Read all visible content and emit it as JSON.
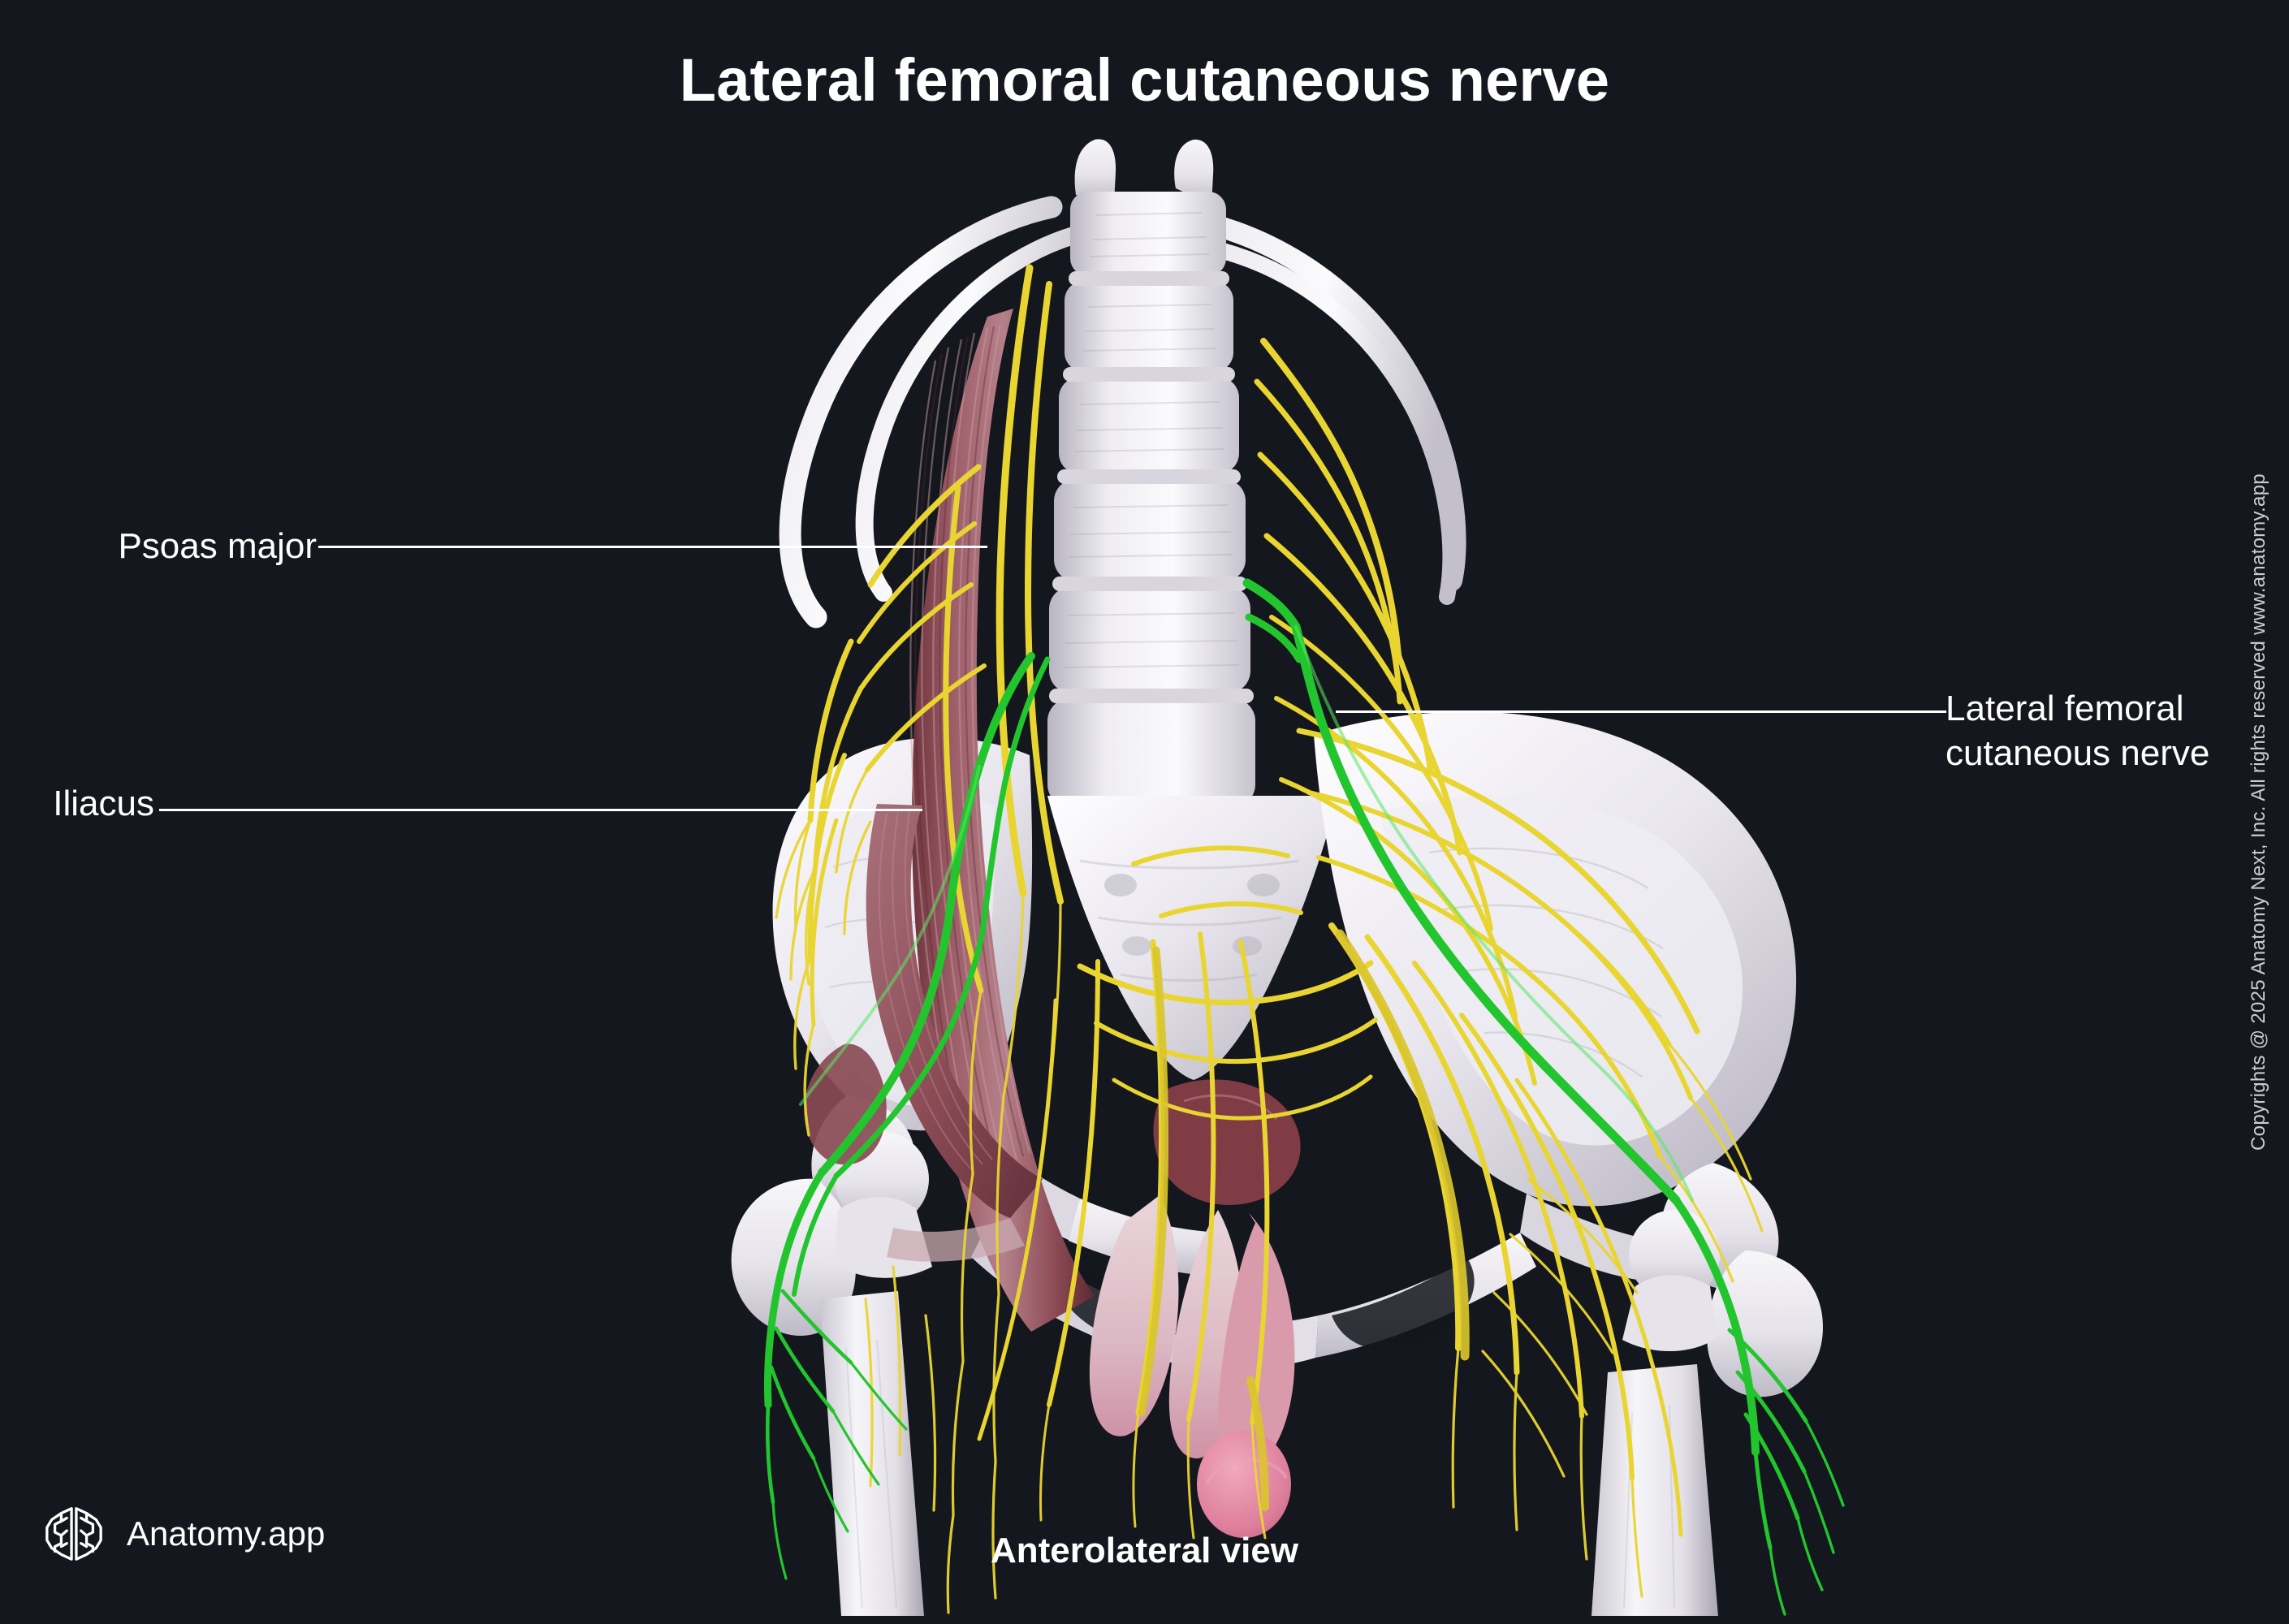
{
  "header": {
    "title": "Lateral femoral cutaneous nerve"
  },
  "footer": {
    "caption": "Anterolateral view",
    "brand_name": "Anatomy.app",
    "brand_icon": "brain-logo-icon",
    "copyright": "Copyrights @ 2025 Anatomy Next, Inc. All rights reserved www.anatomy.app"
  },
  "labels": [
    {
      "id": "psoas-major",
      "text": "Psoas major",
      "side": "left"
    },
    {
      "id": "iliacus",
      "text": "Iliacus",
      "side": "left"
    },
    {
      "id": "lateral-femoral-cutaneous-nerve",
      "line1": "Lateral femoral",
      "line2": "cutaneous nerve",
      "side": "right"
    }
  ],
  "colors": {
    "background": "#14171d",
    "text": "#ffffff",
    "leader_line": "#ffffff",
    "copyright_text": "#c9ccd2",
    "bone_light": "#f3f1f3",
    "bone_mid": "#dcd9e0",
    "bone_shadow": "#b3b0bb",
    "nerve_yellow": "#e9d531",
    "nerve_yellow_dark": "#b9a61e",
    "nerve_green": "#22c52e",
    "nerve_green_light": "#57e763",
    "muscle_psoas": "#8d4c56",
    "muscle_psoas_light": "#b5808a",
    "muscle_iliacus": "#94525c",
    "muscle_deep": "#6c343c",
    "organ_pink": "#e08aa3",
    "organ_pale": "#e4cfd2"
  },
  "illustration": {
    "name": "lumbar-pelvis-nerve-anatomy",
    "view": "anterolateral",
    "structures": [
      "lumbar vertebrae",
      "12th ribs",
      "psoas major muscle",
      "iliacus muscle",
      "ilium",
      "sacrum",
      "pubic bones",
      "femur",
      "lumbar plexus",
      "lateral femoral cutaneous nerve",
      "femoral nerve branches",
      "genital structures"
    ]
  }
}
